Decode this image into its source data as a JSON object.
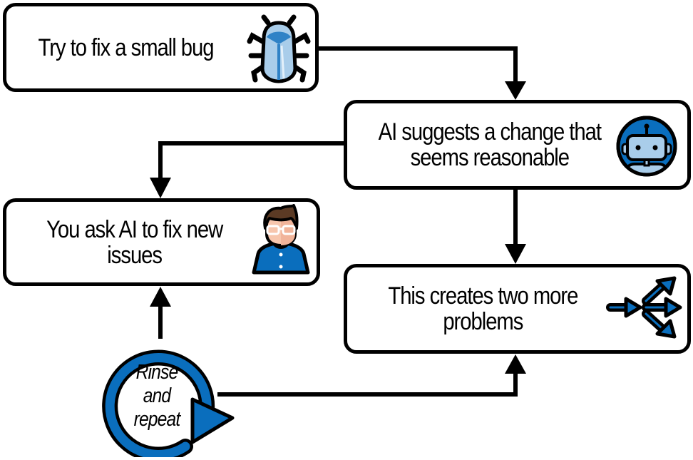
{
  "diagram": {
    "type": "flowchart",
    "colors": {
      "stroke": "#000000",
      "accent_blue": "#0a6ebd",
      "light_blue": "#a9cdea",
      "background": "#ffffff"
    },
    "nodes": [
      {
        "id": "try-fix",
        "label": "Try to fix a small bug",
        "icon": "bug-icon"
      },
      {
        "id": "ai-suggests",
        "label": "AI suggests a change that seems reasonable",
        "icon": "robot-icon"
      },
      {
        "id": "ask-ai",
        "label": "You ask AI to fix new issues",
        "icon": "person-icon"
      },
      {
        "id": "creates-problems",
        "label": "This creates two more problems",
        "icon": "branching-arrows-icon"
      }
    ],
    "loop": {
      "label_lines": [
        "Rinse",
        "and",
        "repeat"
      ],
      "icon": "cycle-arrow-icon"
    },
    "edges": [
      {
        "from": "try-fix",
        "to": "ai-suggests"
      },
      {
        "from": "ai-suggests",
        "to": "ask-ai"
      },
      {
        "from": "ai-suggests",
        "to": "creates-problems"
      },
      {
        "from": "loop",
        "to": "ask-ai"
      },
      {
        "from": "loop",
        "to": "creates-problems"
      }
    ]
  }
}
